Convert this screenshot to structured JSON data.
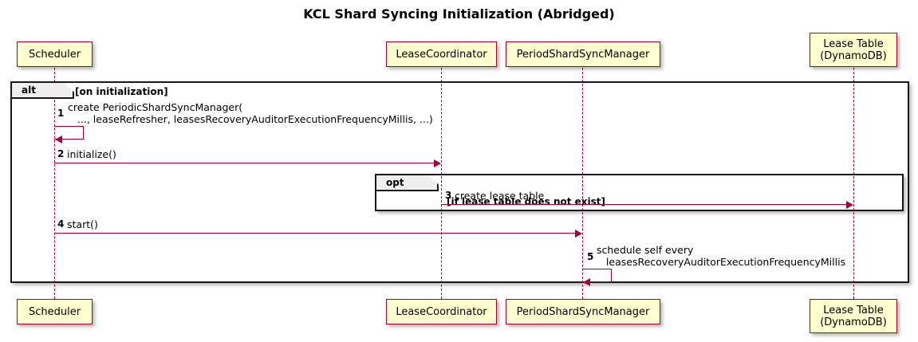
{
  "diagram": {
    "type": "sequence-diagram",
    "title": "KCL Shard Syncing Initialization (Abridged)",
    "colors": {
      "participant_fill": "#FEFECE",
      "participant_border": "#A80036",
      "arrow": "#A80036",
      "frame_border": "#181818",
      "frame_tab_fill": "#EEEEEE",
      "text": "#000000",
      "background": "#FFFFFF"
    }
  },
  "participants": [
    {
      "id": "scheduler",
      "label": "Scheduler"
    },
    {
      "id": "leasecoordinator",
      "label": "LeaseCoordinator"
    },
    {
      "id": "periodshardsyncmanager",
      "label": "PeriodShardSyncManager"
    },
    {
      "id": "leasetable",
      "label": "Lease Table\n(DynamoDB)"
    }
  ],
  "frames": [
    {
      "id": "alt-frame",
      "kind": "alt",
      "condition": "[on initialization]"
    },
    {
      "id": "opt-frame",
      "kind": "opt",
      "condition": "[if lease table does not exist]"
    }
  ],
  "messages": [
    {
      "num": "1",
      "text": "create PeriodicShardSyncManager(\n   ..., leaseRefresher, leasesRecoveryAuditorExecutionFrequencyMillis, ...)",
      "from": "scheduler",
      "to": "scheduler",
      "self": true
    },
    {
      "num": "2",
      "text": "initialize()",
      "from": "scheduler",
      "to": "leasecoordinator",
      "self": false
    },
    {
      "num": "3",
      "text": "create lease table",
      "from": "leasecoordinator",
      "to": "leasetable",
      "self": false
    },
    {
      "num": "4",
      "text": "start()",
      "from": "scheduler",
      "to": "periodshardsyncmanager",
      "self": false
    },
    {
      "num": "5",
      "text": "schedule self every\n   leasesRecoveryAuditorExecutionFrequencyMillis",
      "from": "periodshardsyncmanager",
      "to": "periodshardsyncmanager",
      "self": true
    }
  ]
}
